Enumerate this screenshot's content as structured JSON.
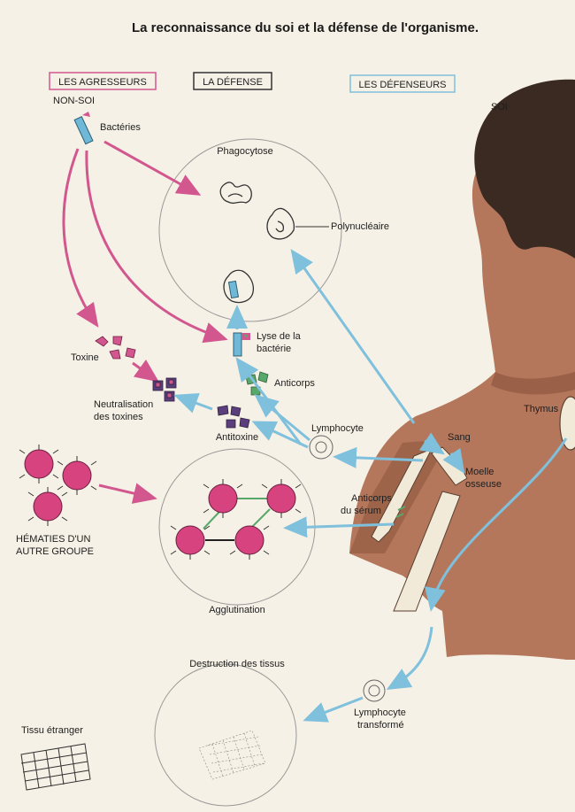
{
  "title": "La reconnaissance du soi et la défense de l'organisme.",
  "headers": {
    "agresseurs": "LES AGRESSEURS",
    "defense": "LA DÉFENSE",
    "defenseurs": "LES DÉFENSEURS"
  },
  "labels": {
    "non_soi": "NON-SOI",
    "soi": "SOI",
    "bacteries": "Bactéries",
    "phagocytose": "Phagocytose",
    "polynucleaire": "Polynucléaire",
    "lyse_1": "Lyse de la",
    "lyse_2": "bactérie",
    "toxine": "Toxine",
    "anticorps": "Anticorps",
    "neutralisation_1": "Neutralisation",
    "neutralisation_2": "des toxines",
    "antitoxine": "Antitoxine",
    "lymphocyte": "Lymphocyte",
    "thymus": "Thymus",
    "sang": "Sang",
    "moelle_1": "Moelle",
    "moelle_2": "osseuse",
    "anticorps_serum_1": "Anticorps",
    "anticorps_serum_2": "du sérum",
    "hematies_1": "HÉMATIES D'UN",
    "hematies_2": "AUTRE GROUPE",
    "agglutination": "Agglutination",
    "destruction": "Destruction des tissus",
    "tissu": "Tissu étranger",
    "lymphocyte_t_1": "Lymphocyte",
    "lymphocyte_t_2": "transformé"
  },
  "colors": {
    "agresseurs": "#d2578e",
    "defenseurs": "#7fc0dc",
    "defense": "#333333",
    "skin": "#b5775c",
    "hair": "#3a2a22",
    "hematie": "#d6437e",
    "toxine": "#c8407a",
    "antitoxine": "#5b3f7c",
    "anticorps": "#59a86b",
    "bacterie": "#6fb8d8"
  }
}
